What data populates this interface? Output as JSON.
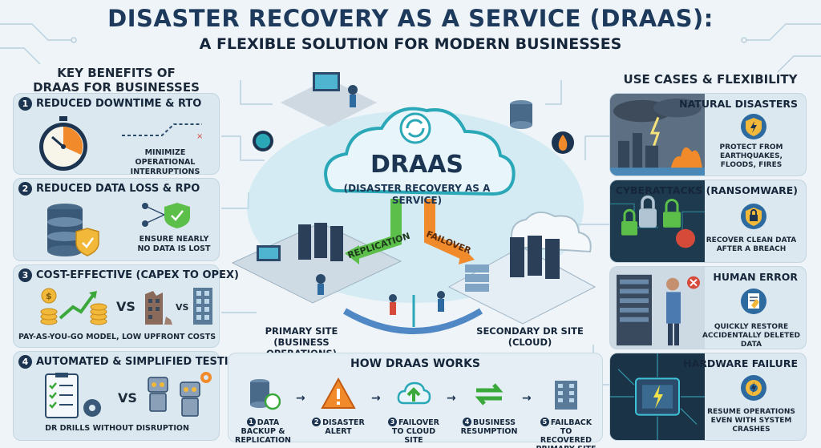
{
  "title": {
    "line1": "DISASTER RECOVERY AS A SERVICE (DRAAS):",
    "line2": "A FLEXIBLE SOLUTION FOR MODERN BUSINESSES"
  },
  "benefits": {
    "heading": "KEY BENEFITS OF DRAAS FOR BUSINESSES",
    "items": [
      {
        "num": "1",
        "title": "REDUCED DOWNTIME & RTO",
        "note": "MINIMIZE OPERATIONAL INTERRUPTIONS"
      },
      {
        "num": "2",
        "title": "REDUCED DATA LOSS & RPO",
        "note": "ENSURE NEARLY NO DATA IS LOST"
      },
      {
        "num": "3",
        "title": "COST-EFFECTIVE (CAPEX TO OPEX)",
        "note": "PAY-AS-YOU-GO MODEL, LOW UPFRONT COSTS",
        "vs1": "VS",
        "vs2": "VS"
      },
      {
        "num": "4",
        "title": "AUTOMATED & SIMPLIFIED TESTING",
        "note": "DR DRILLS WITHOUT DISRUPTION",
        "vs": "VS"
      }
    ]
  },
  "center": {
    "cloud_title": "DRAAS",
    "cloud_subtitle": "(DISASTER RECOVERY AS A SERVICE)",
    "replication": "REPLICATION",
    "failover": "FAILOVER",
    "primary_site": "PRIMARY SITE (BUSINESS OPERATIONS)",
    "secondary_site": "SECONDARY DR SITE (CLOUD)"
  },
  "how": {
    "heading": "HOW DRAAS WORKS",
    "steps": [
      {
        "num": "1",
        "label": "DATA BACKUP & REPLICATION"
      },
      {
        "num": "2",
        "label": "DISASTER ALERT"
      },
      {
        "num": "3",
        "label": "FAILOVER TO CLOUD SITE"
      },
      {
        "num": "4",
        "label": "BUSINESS RESUMPTION"
      },
      {
        "num": "5",
        "label": "FAILBACK TO RECOVERED PRIMARY SITE"
      }
    ]
  },
  "use_cases": {
    "heading": "USE CASES & FLEXIBILITY",
    "items": [
      {
        "title": "NATURAL DISASTERS",
        "note": "PROTECT FROM EARTHQUAKES, FLOODS, FIRES"
      },
      {
        "title": "CYBERATTACKS (RANSOMWARE)",
        "note": "RECOVER CLEAN DATA AFTER A BREACH"
      },
      {
        "title": "HUMAN ERROR",
        "note": "QUICKLY RESTORE ACCIDENTALLY DELETED DATA"
      },
      {
        "title": "HARDWARE FAILURE",
        "note": "RESUME OPERATIONS EVEN WITH SYSTEM CRASHES"
      }
    ]
  },
  "colors": {
    "navy": "#1c3450",
    "teal": "#2aa8b8",
    "green_arrow": "#5cbf4a",
    "orange_arrow": "#f08a2a",
    "card_bg": "#dbe8ef"
  }
}
